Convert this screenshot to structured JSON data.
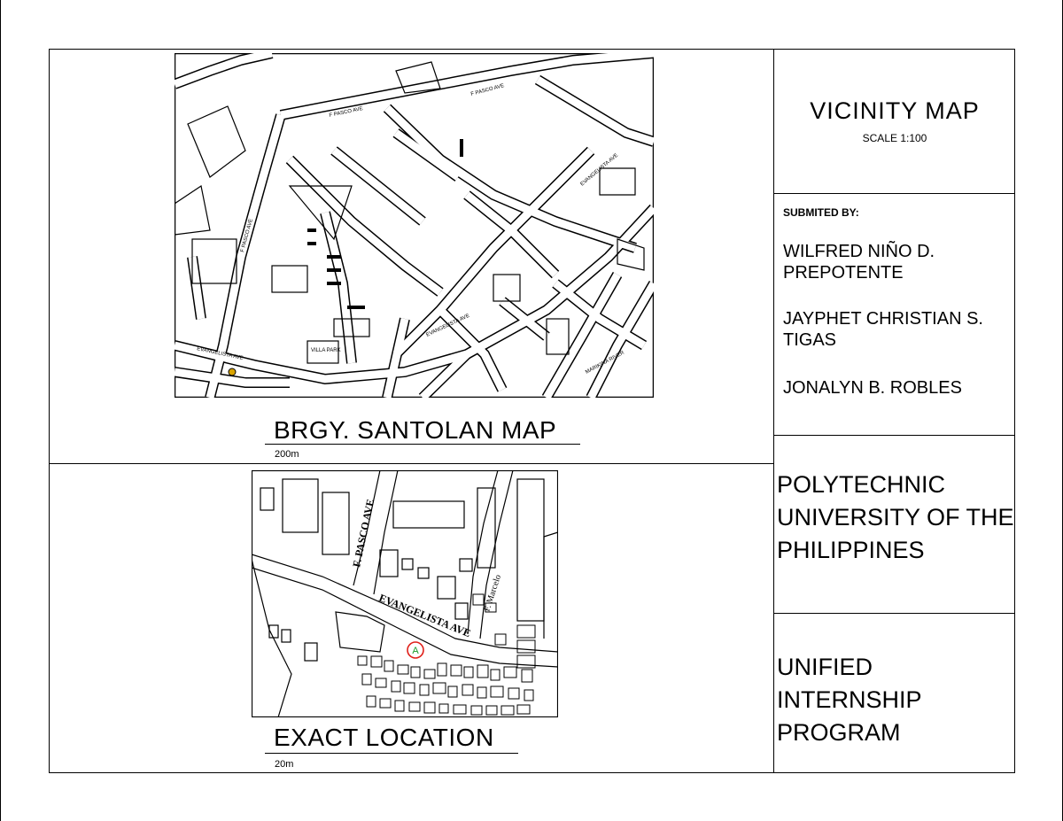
{
  "title_block": {
    "heading": "VICINITY MAP",
    "scale": "SCALE 1:100",
    "submitted_label": "SUBMITED BY:",
    "names": [
      "WILFRED NIÑO D. PREPOTENTE",
      "JAYPHET CHRISTIAN S. TIGAS",
      "JONALYN B. ROBLES"
    ],
    "university": "POLYTECHNIC UNIVERSITY OF THE PHILIPPINES",
    "program": "UNIFIED INTERNSHIP PROGRAM"
  },
  "barangay_map": {
    "caption": "BRGY. SANTOLAN MAP",
    "scale_note": "200m",
    "street_labels": [
      "F PASCO AVE",
      "F PASCO AVE",
      "F PASCO AVE",
      "EVANGELISTA AVE",
      "EVANGELISTA AVE",
      "EVANGELISTA AVE",
      "MARIKINA RIVER",
      "VILLA PARK"
    ]
  },
  "location_map": {
    "caption": "EXACT LOCATION",
    "scale_note": "20m",
    "street_labels": [
      "F. PASCO AVE",
      "EVANGELISTA AVE",
      "F. Marcelo"
    ],
    "marker": "A"
  },
  "colors": {
    "ink": "#000000",
    "paper": "#ffffff",
    "marker_ring": "#e0201a",
    "marker_glyph": "#1a9a2a",
    "marker_dot": "#d9a400"
  }
}
